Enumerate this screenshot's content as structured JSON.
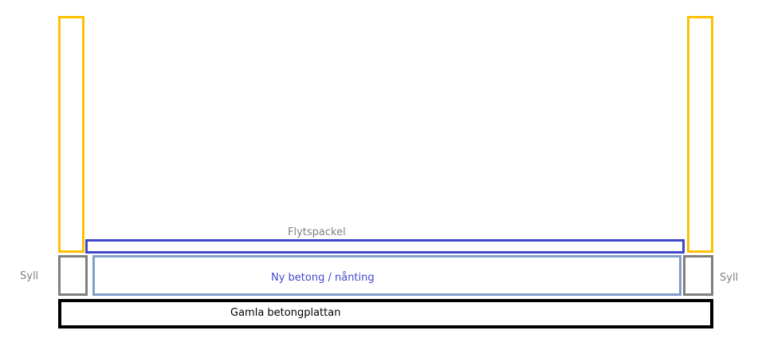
{
  "labels": {
    "flytspackel": "Flytspackel",
    "ny_betong": "Ny betong / nånting",
    "syll_left": "Syll",
    "syll_right": "Syll",
    "gamla_betongplattan": "Gamla betongplattan"
  },
  "colors": {
    "stud": "#ffc000",
    "flytspackel": "#3f48cc",
    "sill": "#7f7f7f",
    "new_concrete": "#7f9fc8",
    "old_slab": "#000000",
    "label_grey": "#808080",
    "label_blue": "#3f48cc",
    "label_black": "#000000"
  }
}
